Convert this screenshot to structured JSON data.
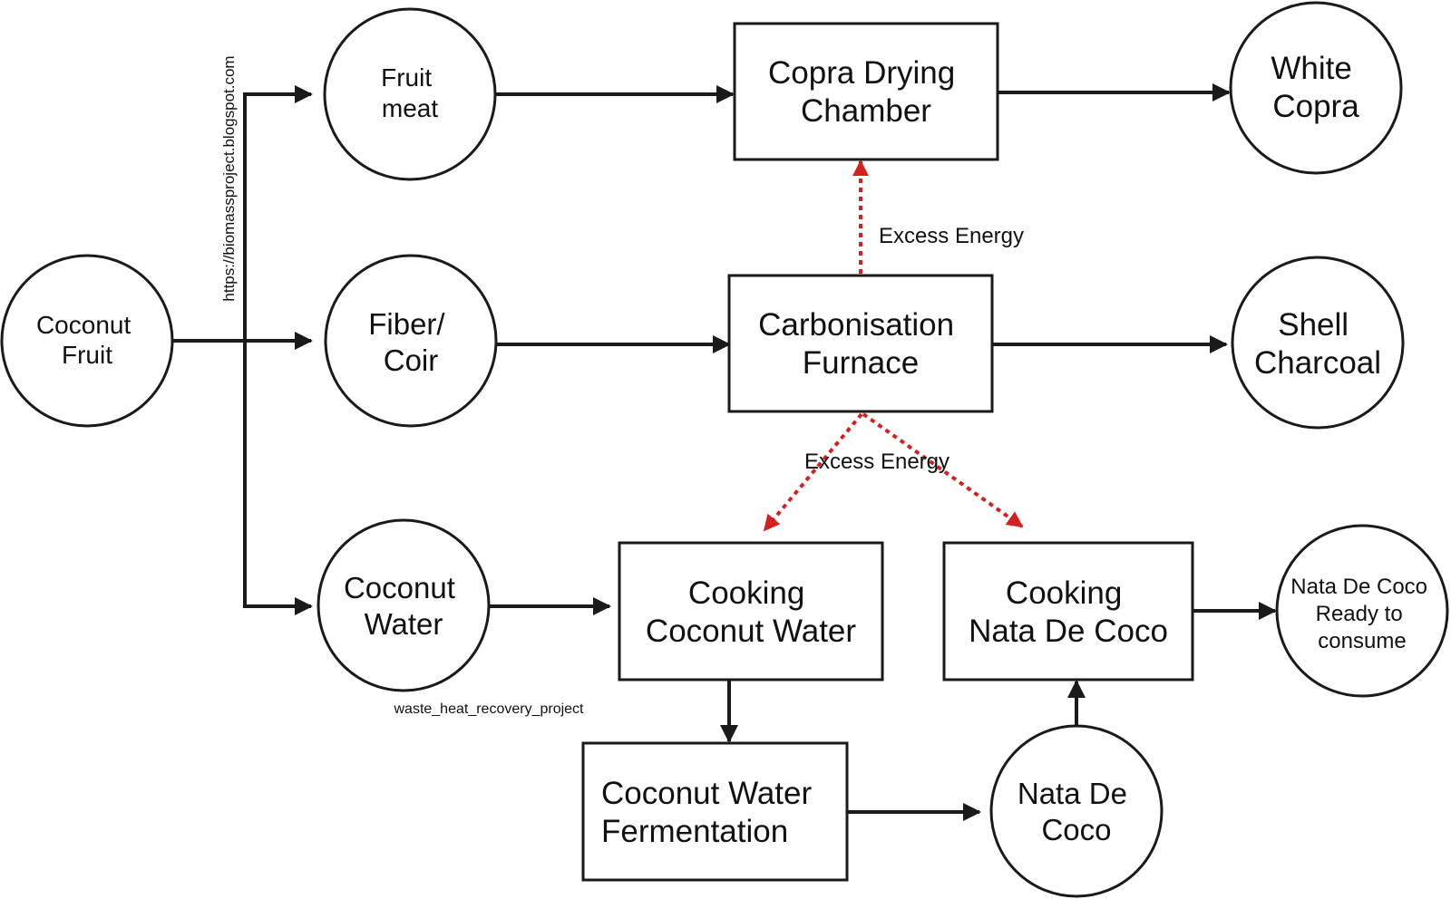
{
  "nodes": {
    "coconut_fruit": [
      "Coconut",
      "Fruit"
    ],
    "fruit_meat": [
      "Fruit",
      "meat"
    ],
    "fiber_coir": [
      "Fiber/",
      "Coir"
    ],
    "coconut_water": [
      "Coconut",
      "Water"
    ],
    "copra_drying_chamber": [
      "Copra Drying",
      "Chamber"
    ],
    "carbonisation_furnace": [
      "Carbonisation",
      "Furnace"
    ],
    "cooking_coconut_water": [
      "Cooking",
      "Coconut Water"
    ],
    "cooking_nata_de_coco": [
      "Cooking",
      "Nata De Coco"
    ],
    "coconut_water_fermentation": [
      "Coconut Water",
      "Fermentation"
    ],
    "nata_de_coco": [
      "Nata De",
      "Coco"
    ],
    "white_copra": [
      "White",
      "Copra"
    ],
    "shell_charcoal": [
      "Shell",
      "Charcoal"
    ],
    "nata_ready": [
      "Nata De Coco",
      "Ready to",
      "consume"
    ]
  },
  "labels": {
    "excess_energy_top": "Excess Energy",
    "excess_energy_bottom": "Excess Energy",
    "watermark_url": "https://biomassproject.blogspot.com",
    "watermark_project": "waste_heat_recovery_project"
  },
  "colors": {
    "flow": "#1a1a1a",
    "excess_energy": "#d42020"
  }
}
